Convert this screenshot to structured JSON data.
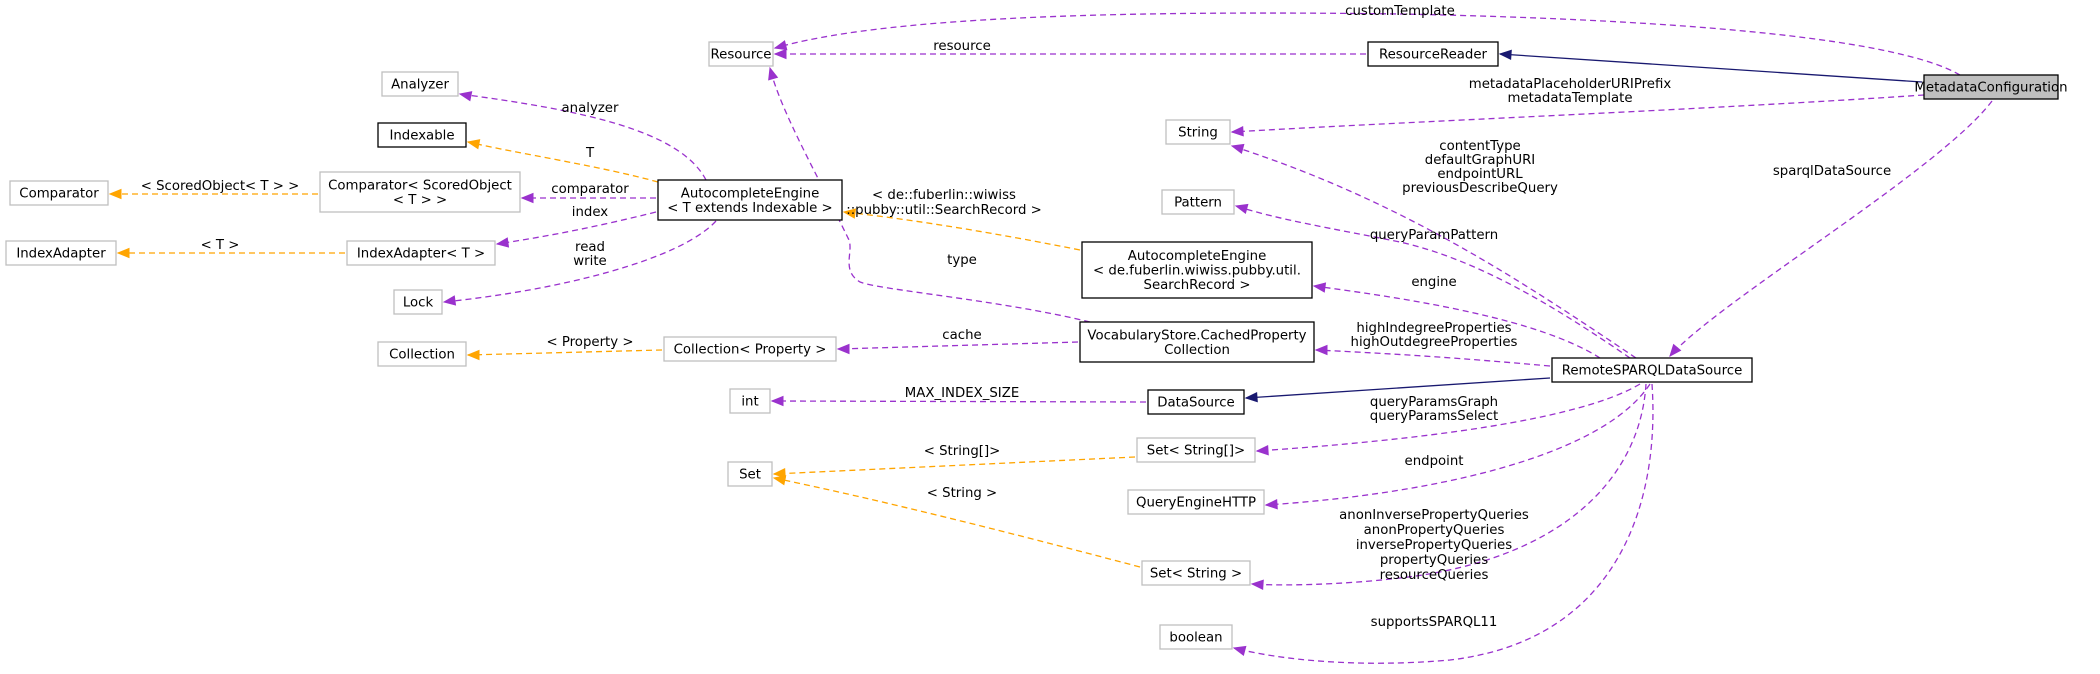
{
  "diagram": {
    "nodes": {
      "resource": {
        "lines": [
          "Resource"
        ],
        "kind": "ext"
      },
      "resourceReader": {
        "lines": [
          "ResourceReader"
        ],
        "kind": "doc"
      },
      "metadataConfiguration": {
        "lines": [
          "MetadataConfiguration"
        ],
        "kind": "focus"
      },
      "analyzer": {
        "lines": [
          "Analyzer"
        ],
        "kind": "ext"
      },
      "indexable": {
        "lines": [
          "Indexable"
        ],
        "kind": "doc"
      },
      "comparator": {
        "lines": [
          "Comparator"
        ],
        "kind": "ext"
      },
      "comparatorScored": {
        "lines": [
          "Comparator< ScoredObject",
          "< T > >"
        ],
        "kind": "ext"
      },
      "autocompleteEngineT": {
        "lines": [
          "AutocompleteEngine",
          "< T extends Indexable >"
        ],
        "kind": "doc"
      },
      "indexAdapter": {
        "lines": [
          "IndexAdapter"
        ],
        "kind": "ext"
      },
      "indexAdapterT": {
        "lines": [
          "IndexAdapter< T >"
        ],
        "kind": "ext"
      },
      "lock": {
        "lines": [
          "Lock"
        ],
        "kind": "ext"
      },
      "collection": {
        "lines": [
          "Collection"
        ],
        "kind": "ext"
      },
      "collectionProperty": {
        "lines": [
          "Collection< Property >"
        ],
        "kind": "ext"
      },
      "int": {
        "lines": [
          "int"
        ],
        "kind": "ext"
      },
      "set": {
        "lines": [
          "Set"
        ],
        "kind": "ext"
      },
      "string": {
        "lines": [
          "String"
        ],
        "kind": "ext"
      },
      "pattern": {
        "lines": [
          "Pattern"
        ],
        "kind": "ext"
      },
      "autocompleteEngineSR": {
        "lines": [
          "AutocompleteEngine",
          "< de.fuberlin.wiwiss.pubby.util.",
          "SearchRecord >"
        ],
        "kind": "doc"
      },
      "vocabularyStore": {
        "lines": [
          "VocabularyStore.CachedProperty",
          "Collection"
        ],
        "kind": "doc"
      },
      "dataSource": {
        "lines": [
          "DataSource"
        ],
        "kind": "doc"
      },
      "setStringArr": {
        "lines": [
          "Set< String[]>"
        ],
        "kind": "ext"
      },
      "queryEngineHTTP": {
        "lines": [
          "QueryEngineHTTP"
        ],
        "kind": "ext"
      },
      "setString": {
        "lines": [
          "Set< String >"
        ],
        "kind": "ext"
      },
      "boolean": {
        "lines": [
          "boolean"
        ],
        "kind": "ext"
      },
      "remoteSPARQL": {
        "lines": [
          "RemoteSPARQLDataSource"
        ],
        "kind": "doc"
      }
    },
    "edges": {
      "customTemplate": {
        "kind": "use",
        "lines": [
          "customTemplate"
        ]
      },
      "resource": {
        "kind": "use",
        "lines": [
          "resource"
        ]
      },
      "resourceReaderInh": {
        "kind": "inh",
        "lines": []
      },
      "metadataStrings": {
        "kind": "use",
        "lines": [
          "metadataPlaceholderURIPrefix",
          "metadataTemplate"
        ]
      },
      "sparqlDataSource": {
        "kind": "use",
        "lines": [
          "sparqlDataSource"
        ]
      },
      "analyzer": {
        "kind": "use",
        "lines": [
          "analyzer"
        ]
      },
      "tmplT": {
        "kind": "tmpl",
        "lines": [
          "T"
        ]
      },
      "tmplScored": {
        "kind": "tmpl",
        "lines": [
          "< ScoredObject< T > >"
        ]
      },
      "comparator": {
        "kind": "use",
        "lines": [
          "comparator"
        ]
      },
      "tmplT2": {
        "kind": "tmpl",
        "lines": [
          "< T >"
        ]
      },
      "index": {
        "kind": "use",
        "lines": [
          "index"
        ]
      },
      "readWrite": {
        "kind": "use",
        "lines": [
          "read",
          "write"
        ]
      },
      "tmplSearchRecord": {
        "kind": "tmpl",
        "lines": [
          "< de::fuberlin::wiwiss",
          "::pubby::util::SearchRecord >"
        ]
      },
      "type": {
        "kind": "use",
        "lines": [
          "type"
        ]
      },
      "tmplProperty": {
        "kind": "tmpl",
        "lines": [
          "< Property >"
        ]
      },
      "cache": {
        "kind": "use",
        "lines": [
          "cache"
        ]
      },
      "maxIndexSize": {
        "kind": "use",
        "lines": [
          "MAX_INDEX_SIZE"
        ]
      },
      "dataSourceInh": {
        "kind": "inh",
        "lines": []
      },
      "remoteStrings": {
        "kind": "use",
        "lines": [
          "contentType",
          "defaultGraphURI",
          "endpointURL",
          "previousDescribeQuery"
        ]
      },
      "queryParamPattern": {
        "kind": "use",
        "lines": [
          "queryParamPattern"
        ]
      },
      "engine": {
        "kind": "use",
        "lines": [
          "engine"
        ]
      },
      "degreeProps": {
        "kind": "use",
        "lines": [
          "highIndegreeProperties",
          "highOutdegreeProperties"
        ]
      },
      "queryParams": {
        "kind": "use",
        "lines": [
          "queryParamsGraph",
          "queryParamsSelect"
        ]
      },
      "tmplStringArr": {
        "kind": "tmpl",
        "lines": [
          "< String[]>"
        ]
      },
      "tmplString": {
        "kind": "tmpl",
        "lines": [
          "< String >"
        ]
      },
      "endpoint": {
        "kind": "use",
        "lines": [
          "endpoint"
        ]
      },
      "propQueries": {
        "kind": "use",
        "lines": [
          "anonInversePropertyQueries",
          "anonPropertyQueries",
          "inversePropertyQueries",
          "propertyQueries",
          "resourceQueries"
        ]
      },
      "supportsSPARQL11": {
        "kind": "use",
        "lines": [
          "supportsSPARQL11"
        ]
      }
    }
  }
}
